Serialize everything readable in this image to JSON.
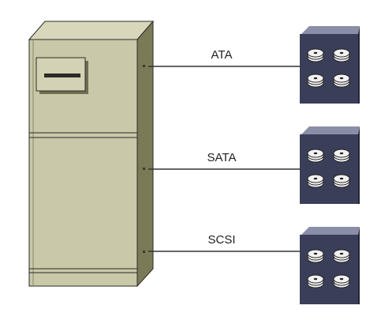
{
  "colors": {
    "tower_front": "#c9c8a8",
    "tower_side": "#7b7a57",
    "tower_top": "#d8d7bb",
    "tower_outline": "#2b2b2b",
    "storage_front": "#3a3e58",
    "storage_top": "#8a8ea6",
    "storage_side": "#23263a",
    "disk_fill": "#f2f2f2",
    "line": "#333333"
  },
  "connections": [
    {
      "label": "ATA"
    },
    {
      "label": "SATA"
    },
    {
      "label": "SCSI"
    }
  ]
}
